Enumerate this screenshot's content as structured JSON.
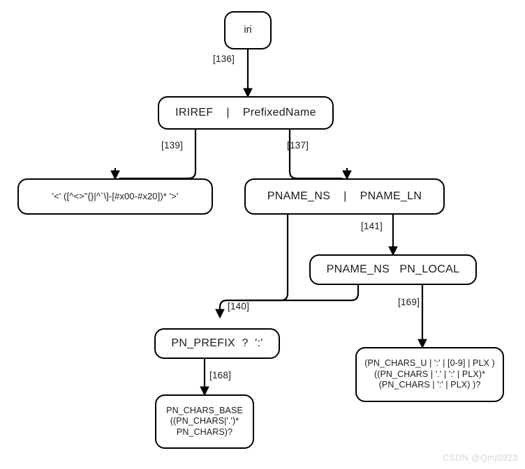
{
  "diagram": {
    "title": "iri railroad grammar diagram",
    "background": "#ffffff",
    "stroke": "#000000",
    "text_color": "#1a1a1a",
    "nodes": [
      {
        "id": "iri",
        "label": "iri"
      },
      {
        "id": "iriref-alt",
        "label": "IRIREF    |    PrefixedName"
      },
      {
        "id": "iriref-re",
        "label": "'<' ([^<>\"{}|^`\\]-[#x00-#x20])* '>'"
      },
      {
        "id": "pname-alt",
        "label": "PNAME_NS    |    PNAME_LN"
      },
      {
        "id": "pname-seq",
        "label": "PNAME_NS   PN_LOCAL"
      },
      {
        "id": "pn-prefix",
        "label": "PN_PREFIX  ?  ':'"
      },
      {
        "id": "pn-chars-base",
        "label": "PN_CHARS_BASE\n((PN_CHARS|'.')*\nPN_CHARS)?"
      },
      {
        "id": "pn-local-re",
        "label": "(PN_CHARS_U | ':' | [0-9] | PLX )\n((PN_CHARS | '.' | ':' | PLX)*\n(PN_CHARS | ':' | PLX) )?"
      }
    ],
    "edges": [
      {
        "id": "e136",
        "label": "[136]",
        "from": "iri",
        "to": "iriref-alt"
      },
      {
        "id": "e139",
        "label": "[139]",
        "from": "iriref-alt",
        "to": "iriref-re"
      },
      {
        "id": "e137",
        "label": "[137]",
        "from": "iriref-alt",
        "to": "pname-alt"
      },
      {
        "id": "e141",
        "label": "[141]",
        "from": "pname-alt",
        "to": "pname-seq"
      },
      {
        "id": "e140",
        "label": "[140]",
        "from": "pname-alt",
        "to": "pn-prefix"
      },
      {
        "id": "e169",
        "label": "[169]",
        "from": "pname-seq",
        "to": "pn-local-re"
      },
      {
        "id": "e168",
        "label": "[168]",
        "from": "pn-prefix",
        "to": "pn-chars-base"
      }
    ]
  },
  "watermark": {
    "text": "CSDN @Qmj0923"
  }
}
